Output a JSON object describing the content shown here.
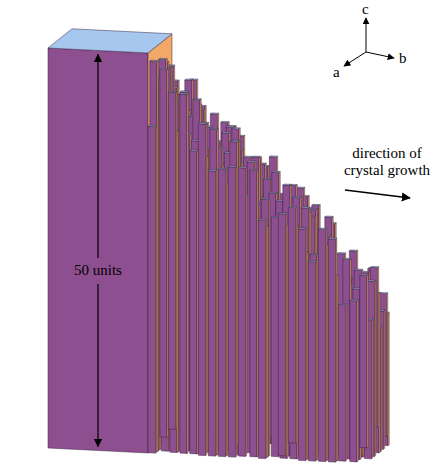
{
  "diagram": {
    "labels": [
      "c",
      "a",
      "b",
      "direction of crystal growth",
      "50 units"
    ]
  }
}
